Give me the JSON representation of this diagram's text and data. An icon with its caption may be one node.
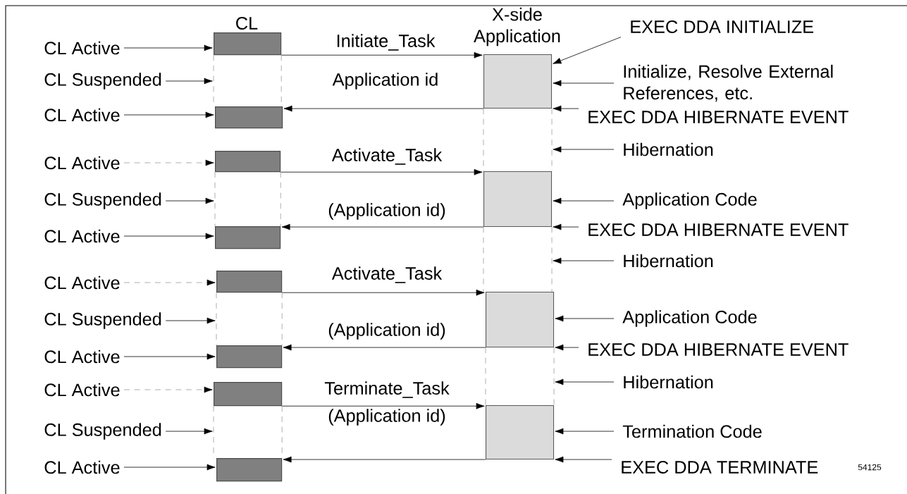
{
  "diagram": {
    "nodes": [
      {
        "text": [
          "CL Active"
        ]
      },
      {
        "text": [
          "CL Suspended"
        ]
      },
      {
        "text": [
          "CL Active"
        ]
      },
      {
        "text": [
          "CL Active"
        ]
      },
      {
        "text": [
          "CL Suspended"
        ]
      },
      {
        "text": [
          "CL Active"
        ]
      },
      {
        "text": [
          "CL Active"
        ]
      },
      {
        "text": [
          "CL Suspended"
        ]
      },
      {
        "text": [
          "CL Active"
        ]
      },
      {
        "text": [
          "CL Active"
        ]
      },
      {
        "text": [
          "CL Suspended"
        ]
      },
      {
        "text": [
          "CL Active"
        ]
      },
      {
        "text": [],
        "shape": "box"
      },
      {
        "text": [],
        "shape": "box"
      },
      {
        "text": [],
        "shape": "box"
      },
      {
        "text": [],
        "shape": "box"
      },
      {
        "text": [],
        "shape": "box"
      },
      {
        "text": [],
        "shape": "box"
      },
      {
        "text": [],
        "shape": "box"
      },
      {
        "text": [],
        "shape": "box"
      },
      {
        "text": [],
        "shape": "box"
      },
      {
        "text": [],
        "shape": "box"
      },
      {
        "text": [],
        "shape": "box"
      },
      {
        "text": [],
        "shape": "box"
      },
      {
        "text": [
          "EXEC DDA INITIALIZE"
        ]
      },
      {
        "text": [
          "Initialize, Resolve External References, etc."
        ]
      },
      {
        "text": [
          "EXEC DDA HIBERNATE EVENT"
        ]
      },
      {
        "text": [
          "Hibernation"
        ]
      },
      {
        "text": [
          "Application Code"
        ]
      },
      {
        "text": [
          "EXEC DDA HIBERNATE EVENT"
        ]
      },
      {
        "text": [
          "Hibernation"
        ]
      },
      {
        "text": [
          "Application Code"
        ]
      },
      {
        "text": [
          "EXEC DDA HIBERNATE EVENT"
        ]
      },
      {
        "text": [
          "Hibernation"
        ]
      },
      {
        "text": [
          "Termination Code"
        ]
      },
      {
        "text": [
          "EXEC DDA TERMINATE"
        ]
      }
    ],
    "edges": [
      {
        "from": 0,
        "to": 12,
        "arrow": "to"
      },
      {
        "from": 1,
        "to": null,
        "arrow": "to"
      },
      {
        "from": 2,
        "to": 13,
        "arrow": "to"
      },
      {
        "from": 3,
        "to": 14,
        "arrow": "to",
        "style": "dashed",
        "color": "#999999"
      },
      {
        "from": 4,
        "to": null,
        "arrow": "to"
      },
      {
        "from": 5,
        "to": 15,
        "arrow": "to"
      },
      {
        "from": 6,
        "to": 16,
        "arrow": "to",
        "style": "dashed",
        "color": "#999999"
      },
      {
        "from": 7,
        "to": null,
        "arrow": "to"
      },
      {
        "from": 8,
        "to": 17,
        "arrow": "to"
      },
      {
        "from": 9,
        "to": 18,
        "arrow": "to",
        "style": "dashed",
        "color": "#999999"
      },
      {
        "from": 10,
        "to": null,
        "arrow": "to"
      },
      {
        "from": 11,
        "to": 19,
        "arrow": "to"
      },
      {
        "from": 12,
        "to": 20,
        "arrow": "to",
        "label": "Initiate_Task"
      },
      {
        "from": 20,
        "to": 13,
        "arrow": "to",
        "label": "Application id"
      },
      {
        "from": 14,
        "to": 21,
        "arrow": "to",
        "label": "Activate_Task"
      },
      {
        "from": 21,
        "to": 15,
        "arrow": "to",
        "label": "(Application id)"
      },
      {
        "from": 16,
        "to": 22,
        "arrow": "to",
        "label": "Activate_Task"
      },
      {
        "from": 22,
        "to": 17,
        "arrow": "to",
        "label": "(Application id)"
      },
      {
        "from": 18,
        "to": 23,
        "arrow": "to",
        "label": "Terminate_Task"
      },
      {
        "from": 23,
        "to": 19,
        "arrow": "to"
      },
      {
        "from": 24,
        "to": 20,
        "arrow": "to"
      },
      {
        "from": 25,
        "to": 20,
        "arrow": "to"
      },
      {
        "from": 26,
        "to": 20,
        "arrow": "to"
      },
      {
        "from": 27,
        "to": null,
        "arrow": "to"
      },
      {
        "from": 28,
        "to": 21,
        "arrow": "to"
      },
      {
        "from": 29,
        "to": 21,
        "arrow": "to"
      },
      {
        "from": 30,
        "to": null,
        "arrow": "to"
      },
      {
        "from": 31,
        "to": 22,
        "arrow": "to"
      },
      {
        "from": 32,
        "to": 22,
        "arrow": "to"
      },
      {
        "from": 33,
        "to": null,
        "arrow": "to"
      },
      {
        "from": 34,
        "to": 23,
        "arrow": "to"
      },
      {
        "from": 35,
        "to": 23,
        "arrow": "to"
      },
      {
        "from": 12,
        "to": 13,
        "arrow": "none",
        "style": "dashed",
        "color": "#999999"
      },
      {
        "from": 12,
        "to": 13,
        "arrow": "none",
        "style": "dashed",
        "color": "#999999"
      },
      {
        "from": 14,
        "to": 15,
        "arrow": "none",
        "style": "dashed",
        "color": "#999999"
      },
      {
        "from": 14,
        "to": 15,
        "arrow": "none",
        "style": "dashed",
        "color": "#999999"
      },
      {
        "from": 16,
        "to": 17,
        "arrow": "none",
        "style": "dashed",
        "color": "#999999"
      },
      {
        "from": 16,
        "to": 17,
        "arrow": "none",
        "style": "dashed",
        "color": "#999999"
      },
      {
        "from": 18,
        "to": 19,
        "arrow": "none",
        "style": "dashed",
        "color": "#999999"
      },
      {
        "from": 18,
        "to": 19,
        "arrow": "none",
        "style": "dashed",
        "color": "#999999"
      },
      {
        "from": 20,
        "to": 21,
        "arrow": "none",
        "style": "dashed",
        "color": "#999999"
      },
      {
        "from": 20,
        "to": 21,
        "arrow": "none",
        "style": "dashed",
        "color": "#999999"
      },
      {
        "from": 21,
        "to": 22,
        "arrow": "none",
        "style": "dashed",
        "color": "#999999"
      },
      {
        "from": 21,
        "to": 22,
        "arrow": "none",
        "style": "dashed",
        "color": "#999999"
      },
      {
        "from": 22,
        "to": 23,
        "arrow": "none",
        "style": "dashed",
        "color": "#999999"
      },
      {
        "from": 22,
        "to": 23,
        "arrow": "none",
        "style": "dashed",
        "color": "#999999"
      }
    ],
    "labels": [
      "CL",
      "X-side Application",
      "(Application id)",
      "54125"
    ]
  }
}
